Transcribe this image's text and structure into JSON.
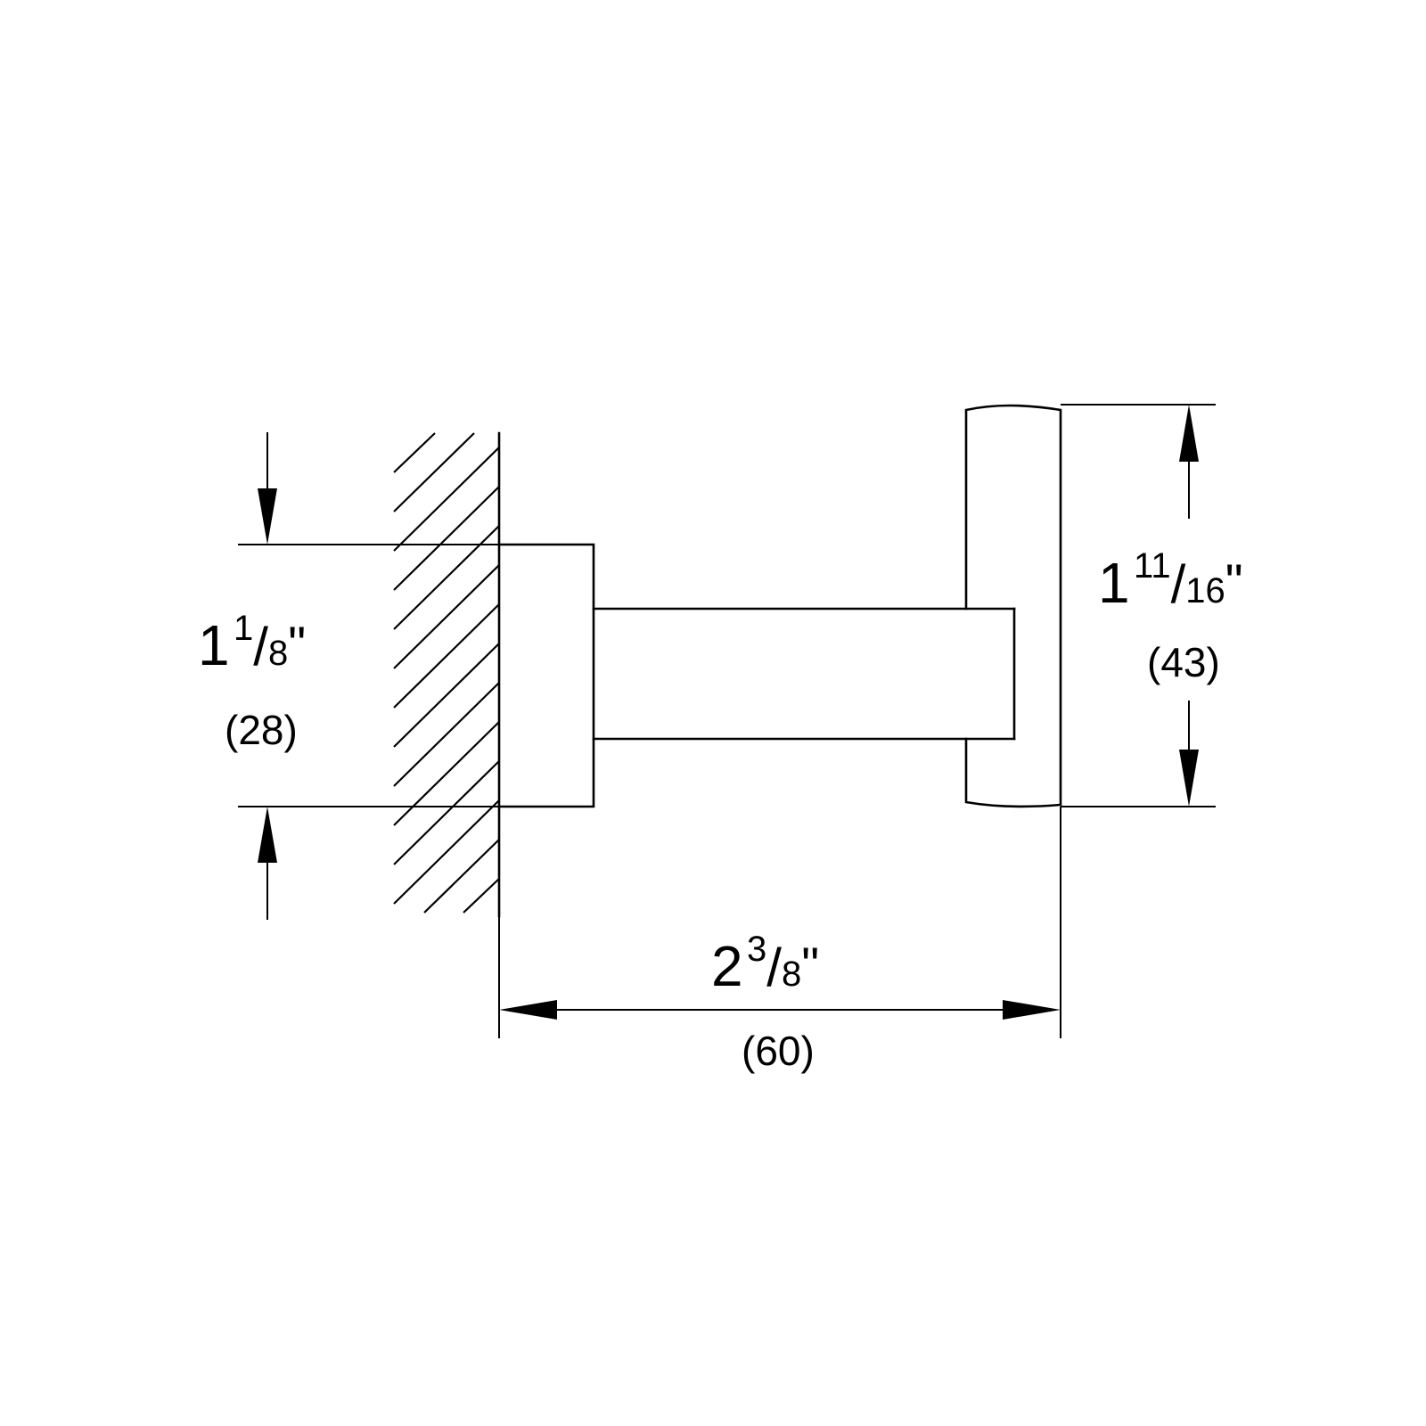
{
  "dimensions": {
    "rosette_height": {
      "whole": "1",
      "num": "1",
      "den": "8",
      "unit": "\"",
      "metric": "(28)"
    },
    "total_depth": {
      "whole": "2",
      "num": "3",
      "den": "8",
      "unit": "\"",
      "metric": "(60)"
    },
    "hook_height": {
      "whole": "1",
      "num": "11",
      "den": "16",
      "unit": "\"",
      "metric": "(43)"
    }
  }
}
